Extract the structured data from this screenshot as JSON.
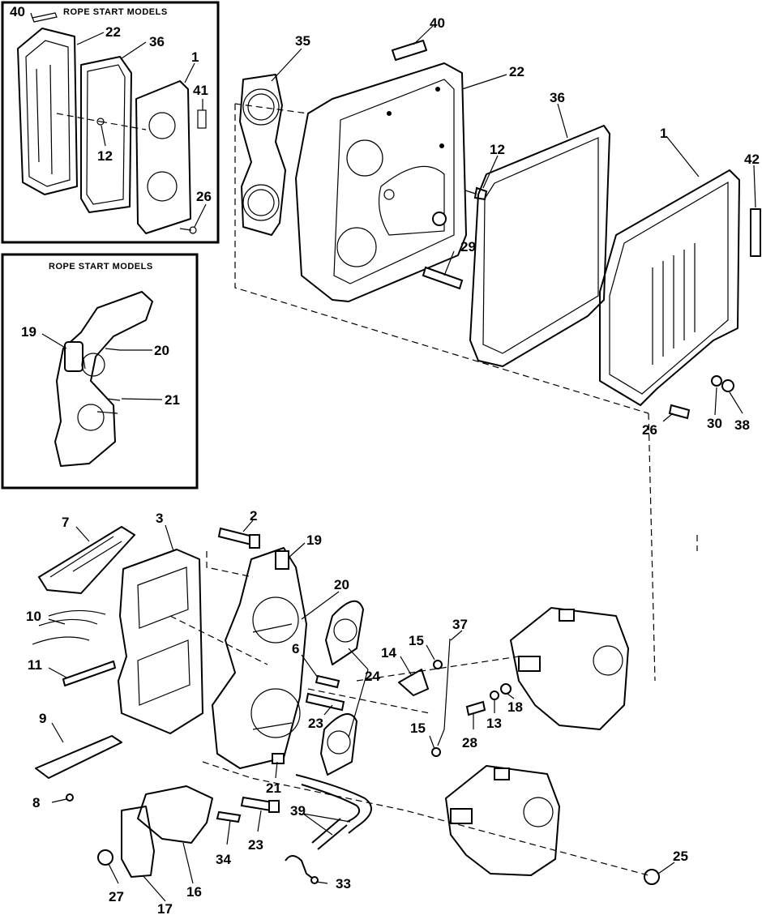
{
  "insets": [
    {
      "title": "ROPE START MODELS"
    },
    {
      "title": "ROPE START MODELS"
    }
  ],
  "callouts": [
    {
      "id": "c40a",
      "label": "40"
    },
    {
      "id": "c22a",
      "label": "22"
    },
    {
      "id": "c36a",
      "label": "36"
    },
    {
      "id": "c1a",
      "label": "1"
    },
    {
      "id": "c41",
      "label": "41"
    },
    {
      "id": "c12a",
      "label": "12"
    },
    {
      "id": "c26a",
      "label": "26"
    },
    {
      "id": "c19a",
      "label": "19"
    },
    {
      "id": "c20a",
      "label": "20"
    },
    {
      "id": "c21a",
      "label": "21"
    },
    {
      "id": "c35",
      "label": "35"
    },
    {
      "id": "c40b",
      "label": "40"
    },
    {
      "id": "c22b",
      "label": "22"
    },
    {
      "id": "c36b",
      "label": "36"
    },
    {
      "id": "c12b",
      "label": "12"
    },
    {
      "id": "c1b",
      "label": "1"
    },
    {
      "id": "c42",
      "label": "42"
    },
    {
      "id": "c29",
      "label": "29"
    },
    {
      "id": "c26b",
      "label": "26"
    },
    {
      "id": "c30",
      "label": "30"
    },
    {
      "id": "c38",
      "label": "38"
    },
    {
      "id": "c7",
      "label": "7"
    },
    {
      "id": "c3",
      "label": "3"
    },
    {
      "id": "c2",
      "label": "2"
    },
    {
      "id": "c19b",
      "label": "19"
    },
    {
      "id": "c20b",
      "label": "20"
    },
    {
      "id": "c10",
      "label": "10"
    },
    {
      "id": "c11",
      "label": "11"
    },
    {
      "id": "c9",
      "label": "9"
    },
    {
      "id": "c8",
      "label": "8"
    },
    {
      "id": "c6",
      "label": "6"
    },
    {
      "id": "c24",
      "label": "24"
    },
    {
      "id": "c23a",
      "label": "23"
    },
    {
      "id": "c21b",
      "label": "21"
    },
    {
      "id": "c14",
      "label": "14"
    },
    {
      "id": "c15a",
      "label": "15"
    },
    {
      "id": "c37",
      "label": "37"
    },
    {
      "id": "c15b",
      "label": "15"
    },
    {
      "id": "c18",
      "label": "18"
    },
    {
      "id": "c13",
      "label": "13"
    },
    {
      "id": "c28",
      "label": "28"
    },
    {
      "id": "c39",
      "label": "39"
    },
    {
      "id": "c23b",
      "label": "23"
    },
    {
      "id": "c34",
      "label": "34"
    },
    {
      "id": "c33",
      "label": "33"
    },
    {
      "id": "c25",
      "label": "25"
    },
    {
      "id": "c27",
      "label": "27"
    },
    {
      "id": "c16",
      "label": "16"
    },
    {
      "id": "c17",
      "label": "17"
    }
  ]
}
